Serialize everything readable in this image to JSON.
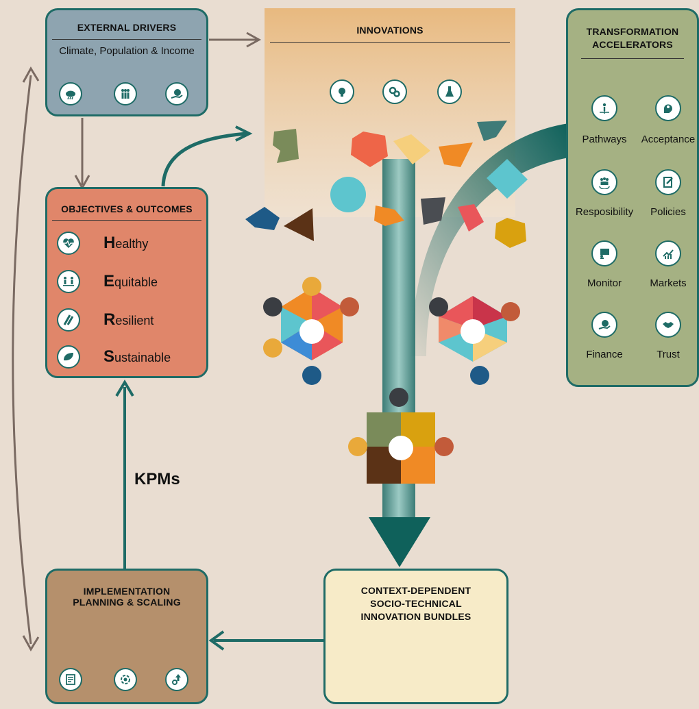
{
  "external_drivers": {
    "title": "EXTERNAL DRIVERS",
    "subtitle": "Climate, Population & Income",
    "icons": [
      "weather-icon",
      "population-icon",
      "income-icon"
    ]
  },
  "innovations": {
    "title": "INNOVATIONS",
    "icons": [
      "lightbulb-icon",
      "gears-icon",
      "flask-icon"
    ]
  },
  "accelerators": {
    "title_line1": "TRANSFORMATION",
    "title_line2": "ACCELERATORS",
    "items": [
      {
        "label": "Pathways",
        "icon": "pathways-icon"
      },
      {
        "label": "Acceptance",
        "icon": "acceptance-icon"
      },
      {
        "label": "Resposibility",
        "icon": "responsibility-icon"
      },
      {
        "label": "Policies",
        "icon": "policies-icon"
      },
      {
        "label": "Monitor",
        "icon": "monitor-icon"
      },
      {
        "label": "Markets",
        "icon": "markets-icon"
      },
      {
        "label": "Finance",
        "icon": "finance-icon"
      },
      {
        "label": "Trust",
        "icon": "trust-icon"
      }
    ]
  },
  "objectives": {
    "title": "OBJECTIVES & OUTCOMES",
    "items": [
      {
        "initial": "H",
        "rest": "ealthy",
        "icon": "heartbeat-icon"
      },
      {
        "initial": "E",
        "rest": "quitable",
        "icon": "balance-icon"
      },
      {
        "initial": "R",
        "rest": "esilient",
        "icon": "resilience-icon"
      },
      {
        "initial": "S",
        "rest": "ustainable",
        "icon": "leaf-icon"
      }
    ]
  },
  "kpms": "KPMs",
  "implementation": {
    "title_line1": "IMPLEMENTATION",
    "title_line2": "PLANNING & SCALING",
    "icons": [
      "checklist-icon",
      "cycle-gears-icon",
      "scaling-icon"
    ]
  },
  "bundles": {
    "title_line1": "CONTEXT-DEPENDENT",
    "title_line2": "SOCIO-TECHNICAL",
    "title_line3": "INNOVATION BUNDLES"
  },
  "colors": {
    "teal": "#1e6b66",
    "external_bg": "#8ea4b0",
    "objectives_bg": "#e0866a",
    "implementation_bg": "#b5906c",
    "bundles_bg": "#f7ebc8",
    "accelerators_bg": "#a5b183",
    "innovations_top": "#e8b97f"
  }
}
